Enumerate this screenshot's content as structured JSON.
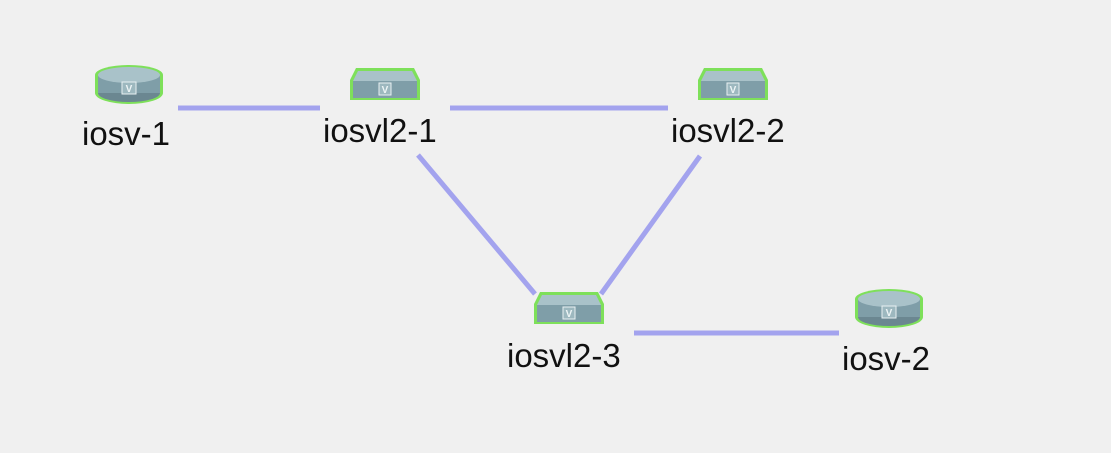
{
  "colors": {
    "background": "#f0f0f0",
    "link": "#a3a3ee",
    "device_glow": "#7ee05a",
    "device_body": "#7f9ea8",
    "label": "#111111"
  },
  "nodes": [
    {
      "id": "iosv-1",
      "label": "iosv-1",
      "kind": "router",
      "icon": "router-icon"
    },
    {
      "id": "iosvl2-1",
      "label": "iosvl2-1",
      "kind": "switch",
      "icon": "switch-icon"
    },
    {
      "id": "iosvl2-2",
      "label": "iosvl2-2",
      "kind": "switch",
      "icon": "switch-icon"
    },
    {
      "id": "iosvl2-3",
      "label": "iosvl2-3",
      "kind": "switch",
      "icon": "switch-icon"
    },
    {
      "id": "iosv-2",
      "label": "iosv-2",
      "kind": "router",
      "icon": "router-icon"
    }
  ],
  "links": [
    {
      "from": "iosv-1",
      "to": "iosvl2-1"
    },
    {
      "from": "iosvl2-1",
      "to": "iosvl2-2"
    },
    {
      "from": "iosvl2-1",
      "to": "iosvl2-3"
    },
    {
      "from": "iosvl2-2",
      "to": "iosvl2-3"
    },
    {
      "from": "iosvl2-3",
      "to": "iosv-2"
    }
  ]
}
